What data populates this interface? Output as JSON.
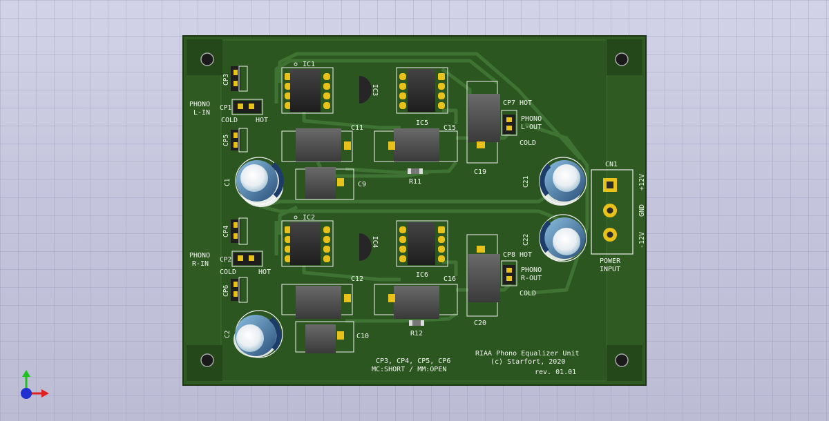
{
  "board": {
    "colors": {
      "soldermask": "#2e5a22",
      "edge": "#1f3e16",
      "copper": "#3c7030",
      "silk": "#f4f4f4",
      "pad": "#e8c21a",
      "ic": "#2b2b2b"
    },
    "ics": [
      {
        "ref": "IC1",
        "type": "dip8"
      },
      {
        "ref": "IC5",
        "type": "dip8"
      },
      {
        "ref": "IC2",
        "type": "dip8"
      },
      {
        "ref": "IC6",
        "type": "dip8"
      },
      {
        "ref": "IC3",
        "type": "to92"
      },
      {
        "ref": "IC4",
        "type": "to92"
      }
    ],
    "film_caps": [
      "C11",
      "C15",
      "C19",
      "C9",
      "C12",
      "C16",
      "C20",
      "C10"
    ],
    "electrolytics": [
      "C1",
      "C2",
      "C21",
      "C22"
    ],
    "resistors": [
      "R11",
      "R12"
    ],
    "jumpers": [
      "CP3",
      "CP1",
      "CP5",
      "CP4",
      "CP2",
      "CP6",
      "CP7",
      "CP8"
    ],
    "connector": {
      "ref": "CN1",
      "pins": [
        "+12V",
        "GND",
        "-12V"
      ],
      "label_line1": "POWER",
      "label_line2": "INPUT"
    },
    "labels": {
      "phono_l_in_1": "PHONO",
      "phono_l_in_2": "L-IN",
      "phono_r_in_1": "PHONO",
      "phono_r_in_2": "R-IN",
      "phono_l_out_1": "PHONO",
      "phono_l_out_2": "L-OUT",
      "phono_r_out_1": "PHONO",
      "phono_r_out_2": "R-OUT",
      "cold": "COLD",
      "hot": "HOT",
      "title": "RIAA Phono Equalizer Unit",
      "copyright": "(c) Starfort, 2020",
      "revision": "rev. 01.01",
      "jumper_note_1": "CP3, CP4, CP5, CP6",
      "jumper_note_2": "MC:SHORT / MM:OPEN"
    }
  },
  "axis_gizmo": {
    "x_color": "#e02020",
    "y_color": "#20c020",
    "z_color": "#2030d0"
  }
}
